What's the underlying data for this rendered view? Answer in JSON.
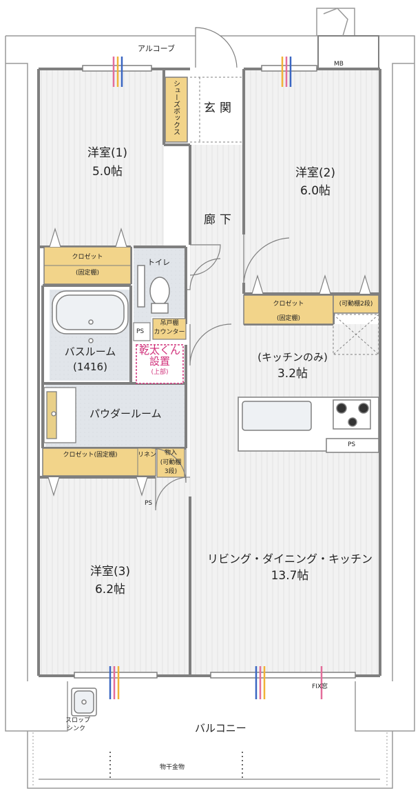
{
  "labels": {
    "alcove": "アルコーブ",
    "mb": "MB",
    "shoe_box": "シューズボックス",
    "entrance": "玄関",
    "western_room_1": {
      "name": "洋室(1)",
      "size": "5.0帖"
    },
    "western_room_2": {
      "name": "洋室(2)",
      "size": "6.0帖"
    },
    "western_room_3": {
      "name": "洋室(3)",
      "size": "6.2帖"
    },
    "hallway": "廊下",
    "closet_1": {
      "name": "クロゼット",
      "note": "(固定棚)"
    },
    "closet_2": {
      "name": "クロゼット",
      "note": "(固定棚)",
      "extra": "(可動棚2段)"
    },
    "closet_3": {
      "name": "クロゼット(固定棚)"
    },
    "toilet": "トイレ",
    "ps_1": "PS",
    "ps_2": "PS",
    "ps_3": "PS",
    "wall_cabinet": {
      "line1": "吊戸棚",
      "line2": "カウンター"
    },
    "bathroom": {
      "name": "バスルーム",
      "size": "(1416)"
    },
    "dryer": {
      "line1": "乾太くん",
      "line2": "設置",
      "line3": "(上部)"
    },
    "kitchen_only": {
      "name": "(キッチンのみ)",
      "size": "3.2帖"
    },
    "powder_room": "パウダールーム",
    "linen": "リネン",
    "storage": {
      "line1": "物入",
      "line2": "(可動棚",
      "line3": "3段)"
    },
    "ldk": {
      "name": "リビング・ダイニング・キッチン",
      "size": "13.7帖"
    },
    "fix_window": "FIX窓",
    "slop_sink": {
      "line1": "スロップ",
      "line2": "シンク"
    },
    "balcony": "バルコニー",
    "clothes_hanger": "物干金物"
  },
  "colors": {
    "wall": "#7f7f7f",
    "floor_wood": "#f0f0f0",
    "wet_area": "#dfe3e8",
    "closet": "#f2d48a",
    "pink": "#d0307a"
  }
}
